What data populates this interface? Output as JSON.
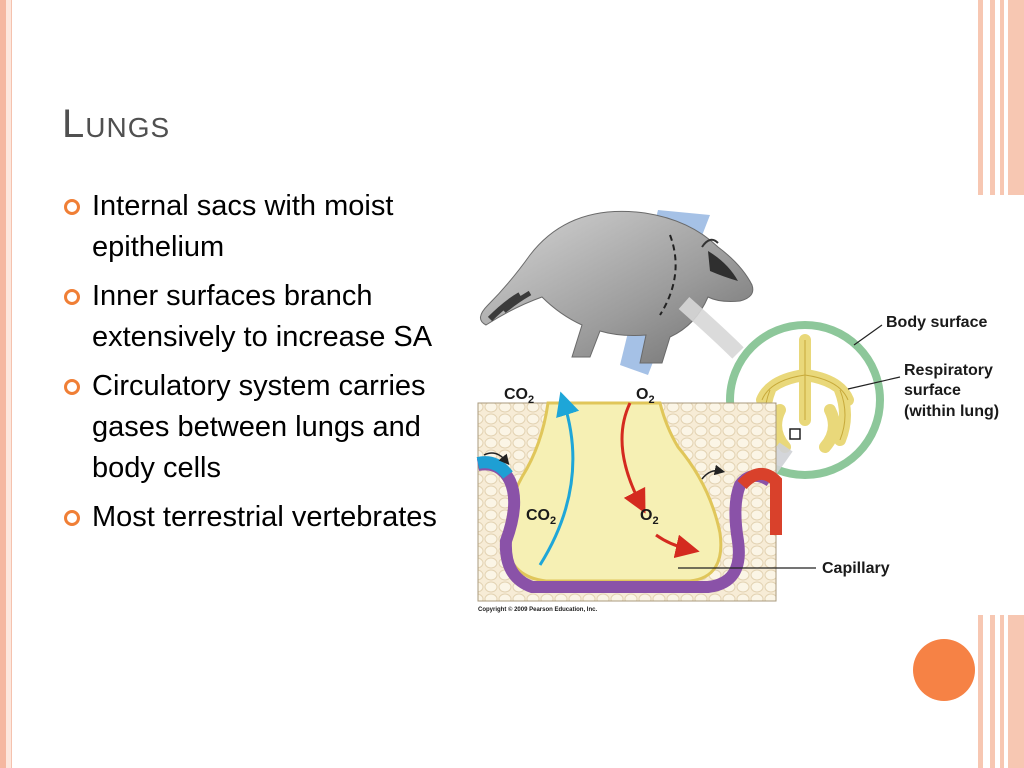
{
  "slide": {
    "title": "Lungs",
    "bullets": [
      "Internal sacs with moist epithelium",
      "Inner surfaces branch extensively to increase SA",
      "Circulatory system carries gases between lungs and body cells",
      "Most terrestrial vertebrates"
    ]
  },
  "diagram": {
    "labels": {
      "body_surface": "Body surface",
      "respiratory_line1": "Respiratory",
      "respiratory_line2": "surface",
      "respiratory_line3": "(within lung)",
      "capillary": "Capillary",
      "co2_top": "CO",
      "o2_top": "O",
      "co2_inner": "CO",
      "o2_inner": "O",
      "subscript": "2",
      "copyright": "Copyright © 2009 Pearson Education, Inc."
    }
  },
  "colors": {
    "accent": "#f68245",
    "bullet": "#f07f36",
    "stripe": "#f7c7b2",
    "co2_arrow": "#1ea6d8",
    "o2_arrow": "#d42a1f",
    "capillary": "#8a52a8",
    "sac": "#f6f0b4"
  }
}
